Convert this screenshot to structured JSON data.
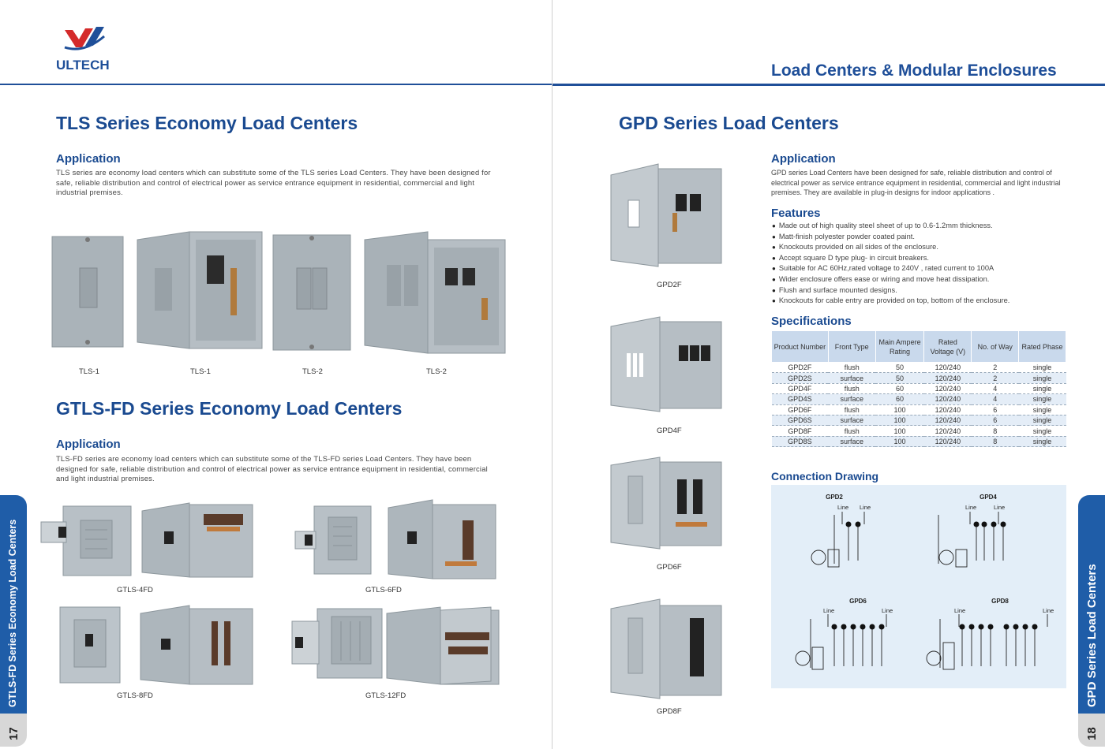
{
  "header": {
    "brand": "ULTECH",
    "right_title": "Load Centers & Modular Enclosures"
  },
  "left": {
    "tls": {
      "title": "TLS Series Economy Load Centers",
      "app_heading": "Application",
      "app_text": "TLS series are economy load centers which can substitute some of the TLS series Load Centers. They have been designed for safe, reliable distribution and control of electrical power as service entrance equipment in residential, commercial and light industrial premises.",
      "captions": [
        "TLS-1",
        "TLS-1",
        "TLS-2",
        "TLS-2"
      ]
    },
    "gtls": {
      "title": "GTLS-FD Series Economy Load Centers",
      "app_heading": "Application",
      "app_text": "TLS-FD series are economy load centers which can substitute some of the TLS-FD series Load Centers. They have been designed for safe, reliable distribution and control of electrical power as service entrance equipment in residential, commercial and light industrial premises.",
      "captions": [
        "GTLS-4FD",
        "GTLS-6FD",
        "GTLS-8FD",
        "GTLS-12FD"
      ]
    },
    "tab_label": "GTLS-FD Series Economy Load Centers",
    "page_number": "17"
  },
  "right": {
    "title": "GPD  Series Load Centers",
    "app_heading": "Application",
    "app_text": "GPD  series Load Centers have been designed for safe, reliable distribution and control of electrical power as service entrance equipment in residential, commercial and light industrial premises. They are available in plug-in designs for indoor applications .",
    "features_heading": "Features",
    "features": [
      "Made out of high quality steel sheet of up to 0.6-1.2mm thickness.",
      "Matt-finish polyester powder coated paint.",
      "Knockouts provided on all sides of the enclosure.",
      "Accept square D type plug- in circuit breakers.",
      "Suitable for AC 60Hz,rated voltage to 240V , rated current to 100A",
      "Wider enclosure offers ease or wiring and move heat dissipation.",
      "Flush and surface mounted designs.",
      "Knockouts for cable entry are provided on top, bottom of the enclosure."
    ],
    "spec_heading": "Specifications",
    "spec_headers": [
      "Product Number",
      "Front Type",
      "Main Ampere Rating",
      "Rated Voltage (V)",
      "No. of Way",
      "Rated Phase"
    ],
    "spec_rows": [
      [
        "GPD2F",
        "flush",
        "50",
        "120/240",
        "2",
        "single"
      ],
      [
        "GPD2S",
        "surface",
        "50",
        "120/240",
        "2",
        "single"
      ],
      [
        "GPD4F",
        "flush",
        "60",
        "120/240",
        "4",
        "single"
      ],
      [
        "GPD4S",
        "surface",
        "60",
        "120/240",
        "4",
        "single"
      ],
      [
        "GPD6F",
        "flush",
        "100",
        "120/240",
        "6",
        "single"
      ],
      [
        "GPD6S",
        "surface",
        "100",
        "120/240",
        "6",
        "single"
      ],
      [
        "GPD8F",
        "flush",
        "100",
        "120/240",
        "8",
        "single"
      ],
      [
        "GPD8S",
        "surface",
        "100",
        "120/240",
        "8",
        "single"
      ]
    ],
    "drawing_heading": "Connection Drawing",
    "drawings": [
      {
        "name": "GPD2",
        "line_label": "Line"
      },
      {
        "name": "GPD4",
        "line_label": "Line"
      },
      {
        "name": "GPD6",
        "line_label": "Line"
      },
      {
        "name": "GPD8",
        "line_label": "Line"
      }
    ],
    "product_captions": [
      "GPD2F",
      "GPD4F",
      "GPD6F",
      "GPD8F"
    ],
    "tab_label": "GPD  Series Load Centers",
    "page_number": "18"
  },
  "colors": {
    "brand_blue": "#1f4f99",
    "tab_blue": "#1f5da8",
    "logo_red": "#d42b2b",
    "table_header": "#c9d9ec",
    "drawing_bg": "#e3eef8"
  }
}
